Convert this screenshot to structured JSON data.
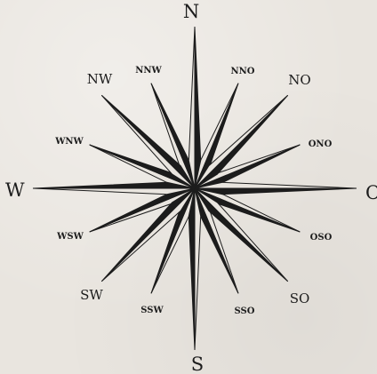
{
  "diagram": {
    "cardinal": {
      "north": "N",
      "south": "S",
      "west": "W",
      "east": "O"
    },
    "intercardinal": {
      "northwest": "NW",
      "northeast": "NO",
      "southwest": "SW",
      "southeast": "SO"
    },
    "secondary": {
      "nnw": "NNW",
      "nno": "NNO",
      "wnw": "WNW",
      "ono": "ONO",
      "wsw": "WSW",
      "oso": "OSO",
      "ssw": "SSW",
      "sso": "SSO"
    },
    "colors": {
      "ink": "#1c1c1c",
      "paper": "#e9e5df"
    }
  }
}
